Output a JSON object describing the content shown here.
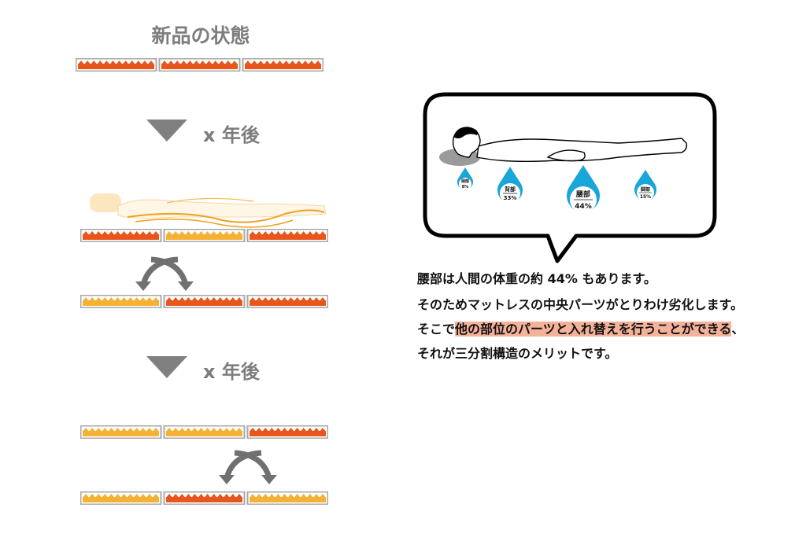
{
  "title": "新品の状態",
  "steps": [
    {
      "label": "x 年後"
    },
    {
      "label": "x 年後"
    }
  ],
  "mattress_states": {
    "new": [
      "new",
      "new",
      "new"
    ],
    "worn": [
      "new",
      "worn",
      "new"
    ],
    "swapped": [
      "worn",
      "new",
      "new"
    ],
    "worn2": [
      "worn",
      "worn",
      "new"
    ],
    "swapped2": [
      "worn",
      "new",
      "worn"
    ]
  },
  "colors": {
    "new_segment": "#e8561b",
    "worn_segment": "#f5b133",
    "frame": "#a8a8a8",
    "arrow": "#707070",
    "highlight": "#f5b29b",
    "drop": "#1ba6da"
  },
  "pressure_points": [
    {
      "label": "頭部",
      "value": "8%"
    },
    {
      "label": "背部",
      "value": "33%"
    },
    {
      "label": "腰部",
      "value": "44%"
    },
    {
      "label": "脚部",
      "value": "15%"
    }
  ],
  "description": {
    "line1": "腰部は人間の体重の約 44% もあります。",
    "line2": "そのためマットレスの中央パーツがとりわけ劣化します。",
    "line3_pre": "そこで",
    "line3_highlight": "他の部位のパーツと入れ替えを行うことができる",
    "line3_post": "、",
    "line4": "それが三分割構造のメリットです。"
  },
  "icons": {
    "step_arrow": "down-triangle-icon",
    "swap_arrows": "swap-arrows-icon"
  }
}
